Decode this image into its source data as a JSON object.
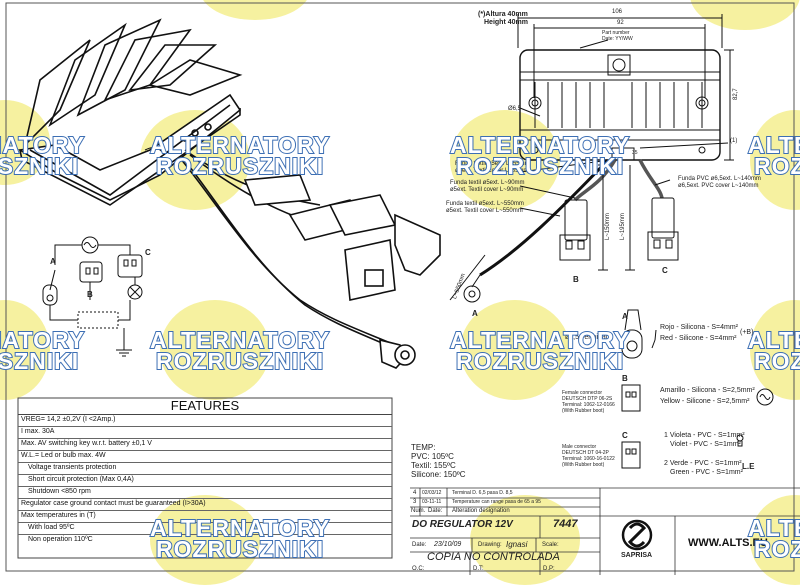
{
  "watermark": {
    "line1": "ALTERNATORY",
    "line2": "ROZRUSZNIKI"
  },
  "dims": {
    "altura": "(*)Altura 40mm",
    "height": "Height 40mm",
    "d106": "106",
    "d92": "92",
    "d827": "82,7",
    "d65": "Ø6,5",
    "d1": "(1)",
    "d35": "35",
    "part_number": "Part number",
    "date": "Date: YY/WW",
    "l150": "L~150mm",
    "l195": "L~195mm",
    "l550": "L~550mm"
  },
  "cables": {
    "c1a": "Funda textil ø5ext. L~55mm",
    "c1b": "ø5ext. Textil cover L~55mm",
    "c2a": "Funda textil ø5ext. L~90mm",
    "c2b": "ø5ext. Textil cover L~90mm",
    "c3a": "Funda textil ø5ext. L~550mm",
    "c3b": "ø5ext. Textil cover L~550mm",
    "c4a": "Funda PVC ø6,5ext. L~140mm",
    "c4b": "ø6,5ext. PVC cover L~140mm"
  },
  "letters": {
    "a": "A",
    "b": "B",
    "c": "C"
  },
  "legend": {
    "terminal": "ø6,5 Terminal",
    "a1": "Rojo - Silicona - S=4mm²",
    "a2": "Red - Silicone - S=4mm²",
    "plus_b": "(+B)",
    "b_conn1": "Female connector",
    "b_conn2": "DEUTSCH DTP 06-2S",
    "b_conn3": "Terminal: 1062-12-0166",
    "b_conn4": "(With Rubber boot)",
    "b1": "Amarillo - Silicona - S=2,5mm²",
    "b2": "Yellow - Silicone - S=2,5mm²",
    "c_conn1": "Male connector",
    "c_conn2": "DEUTSCH DT 04-2P",
    "c_conn3": "Terminal: 1060-16-0122",
    "c_conn4": "(With Rubber boot)",
    "c1": "1 Violeta - PVC - S=1mm²",
    "c2": "Violet - PVC - S=1mm²",
    "c3": "2 Verde - PVC - S=1mm²",
    "c4": "Green - PVC - S=1mm²",
    "le": "L.E"
  },
  "temp": {
    "title": "TEMP:",
    "pvc": "PVC: 105ºC",
    "textil": "Textil: 155ºC",
    "silicone": "Silicone: 150ºC"
  },
  "features": {
    "title": "FEATURES",
    "rows": [
      "VREG= 14,2 ±0,2V (I <2Amp.)",
      "I max. 30A",
      "Max. AV switching key w.r.t. battery  ±0,1 V",
      "W.L.= Led or bulb max. 4W",
      "Voltage transients protection",
      "Short circuit protection (Max 0,4A)",
      "Shutdown <850 rpm",
      "Regulator case ground contact must be guaranteed (I>30A)",
      "Max temperatures in (T)",
      "With load 95ºC",
      "Non operation 110ºC"
    ]
  },
  "title_block": {
    "rev4": "4",
    "rev4_date": "02/03/12",
    "rev4_text": "Terminal D. 6,5 pasa D. 8,5",
    "rev3": "3",
    "rev3_date": "03-11-11",
    "rev3_text": "Temperature can range pasa de 65 a 95",
    "num": "Num.",
    "dte": "Date:",
    "alt": "Alteration designation",
    "title": "DO REGULATOR 12V",
    "code": "7447",
    "date_label": "Date:",
    "date_val": "23/10/09",
    "drawing_label": "Drawing:",
    "drawing_val": "Ignasi",
    "scale_label": "Scale:",
    "copia": "COPIA NO CONTROLADA",
    "oc": "O.C:",
    "dt": "D.T:",
    "dp": "D.P:",
    "brand": "SAPRISA",
    "url": "WWW.ALTS.EU"
  }
}
